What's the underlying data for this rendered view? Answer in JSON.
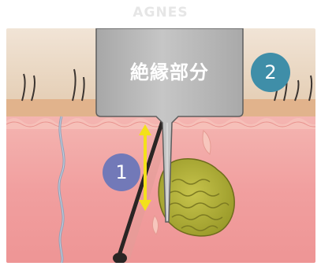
{
  "watermark": "AGNES",
  "probe": {
    "label": "絶縁部分"
  },
  "badges": {
    "one": "1",
    "two": "2"
  },
  "colors": {
    "skin_top": "#ead9c6",
    "epidermis": "#e0b089",
    "dermis": "#f2a7a6",
    "probe": "#b9b9b9",
    "badge_one": "#7279b8",
    "badge_two": "#3f8ea8",
    "arrow": "#f3e11b",
    "gland": "#b6b53c"
  },
  "icons": [
    "hair-follicle-icon",
    "sebaceous-gland-icon",
    "double-arrow-icon",
    "needle-probe-icon"
  ]
}
